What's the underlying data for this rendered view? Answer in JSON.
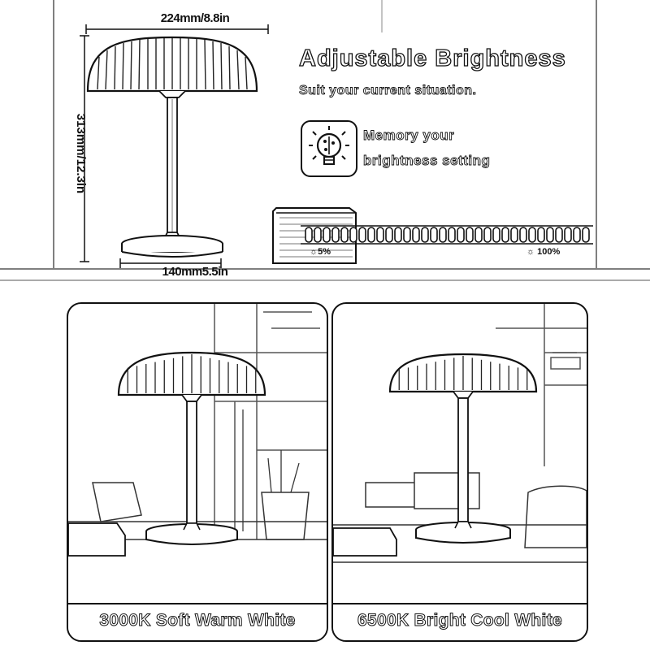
{
  "dimensions": {
    "width_top": "224mm/8.8in",
    "height_side": "313mm/12.3in",
    "base_bottom": "140mm5.5in"
  },
  "hero": {
    "title": "Adjustable Brightness",
    "subtitle": "Suit your current situation."
  },
  "memory": {
    "icon": "bulb-brain-icon",
    "line1": "Memory your",
    "line2": "brightness setting"
  },
  "slider": {
    "min_label": "5%",
    "max_label": "100%",
    "icon_min": "sun-small-icon",
    "icon_max": "sun-large-icon"
  },
  "panels": [
    {
      "label": "3000K Soft Warm White"
    },
    {
      "label": "6500K Bright Cool White"
    }
  ],
  "colors": {
    "ink": "#111111",
    "paper": "#ffffff",
    "sketch": "#555555"
  }
}
